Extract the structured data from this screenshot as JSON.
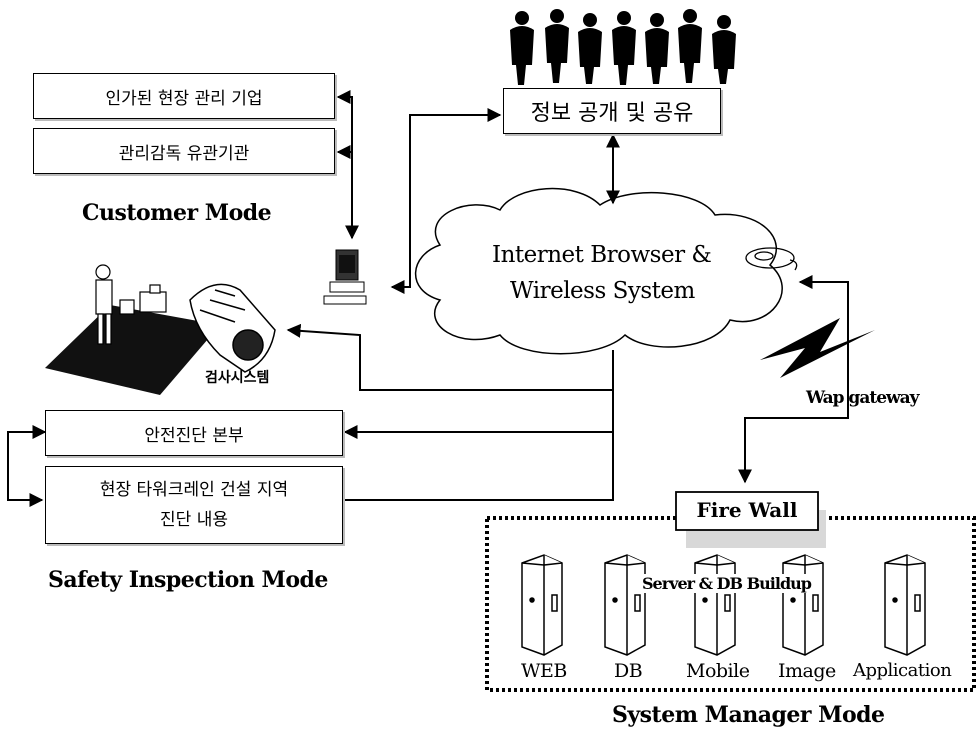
{
  "customer_mode": {
    "title": "Customer Mode",
    "boxes": [
      "인가된 현장 관리 기업",
      "관리감독 유관기관"
    ]
  },
  "info_sharing": {
    "label": "정보 공개 및 공유"
  },
  "cloud": {
    "line1": "Internet Browser &",
    "line2": "Wireless System"
  },
  "inspection_system": {
    "label": "검사시스템"
  },
  "safety_mode": {
    "title": "Safety Inspection Mode",
    "boxes": [
      "안전진단 본부",
      "현장 타워크레인 건설 지역",
      "진단 내용"
    ]
  },
  "wap": {
    "label": "Wap gateway"
  },
  "firewall": {
    "label": "Fire Wall"
  },
  "server_build": {
    "label": "Server & DB Buildup"
  },
  "servers": [
    "WEB",
    "DB",
    "Mobile",
    "Image",
    "Application"
  ],
  "system_mode": {
    "title": "System Manager Mode"
  }
}
